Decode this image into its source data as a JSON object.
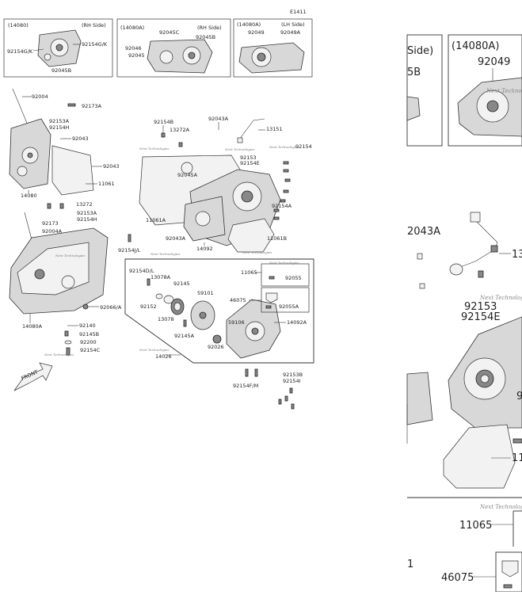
{
  "diagram_code": "E1411",
  "inset_boxes": {
    "rh_side_1": {
      "code": "(14080)",
      "side": "(RH Side)",
      "labels": [
        "92154G/K",
        "92154G/K",
        "92045B"
      ]
    },
    "rh_side_2": {
      "code": "(14080A)",
      "side": "(RH Side)",
      "labels": [
        "92045C",
        "92045B",
        "92046",
        "92045"
      ]
    },
    "lh_side": {
      "code": "(14080A)",
      "side": "(LH Side)",
      "labels": [
        "92049",
        "92049A"
      ]
    }
  },
  "part_labels": {
    "p92004": "92004",
    "p92173A": "92173A",
    "p92153A": "92153A",
    "p92154H": "92154H",
    "p92043a": "92043",
    "p92043b": "92043",
    "p11061": "11061",
    "p14080": "14080",
    "p13272": "13272",
    "p92173": "92173",
    "p92153A2": "92153A",
    "p92154H2": "92154H",
    "p92004A": "92004A",
    "p14080A": "14080A",
    "p92066A": "92066/A",
    "p92140": "92140",
    "p92145B": "92145B",
    "p92200": "92200",
    "p92154C": "92154C",
    "p92154B": "92154B",
    "p13272A": "13272A",
    "p92043A": "92043A",
    "p13151": "13151",
    "p92154": "92154",
    "p92153": "92153",
    "p92154E": "92154E",
    "p92045A": "92045A",
    "p11061A": "11061A",
    "p92043A2": "92043A",
    "p14092": "14092",
    "p92154A": "92154A",
    "p11061B": "11061B",
    "p92154J": "92154J/L",
    "p92154D": "92154D/L",
    "p13078A": "13078A",
    "p92145": "92145",
    "p59101": "59101",
    "p11065": "11065",
    "p92055": "92055",
    "p46075": "46075",
    "p92055A": "92055A",
    "p92152": "92152",
    "p13078": "13078",
    "p59106": "59106",
    "p14092A": "14092A",
    "p92145A": "92145A",
    "p92026": "92026",
    "p14026": "14026",
    "p92154F": "92154F/M",
    "p92153B": "92153B",
    "p92154I": "92154I",
    "front": "FRONT"
  },
  "zoom_labels": {
    "z_side": "Side)",
    "z_5b": "5B",
    "z_code": "(14080A)",
    "z_92049": "92049",
    "z_2043A": "2043A",
    "z_13": "13",
    "z_92153": "92153",
    "z_92154E": "92154E",
    "z_9": "9",
    "z_11": "11",
    "z_11065": "11065",
    "z_1": "1",
    "z_46075": "46075"
  },
  "watermark": "Next Technologies"
}
